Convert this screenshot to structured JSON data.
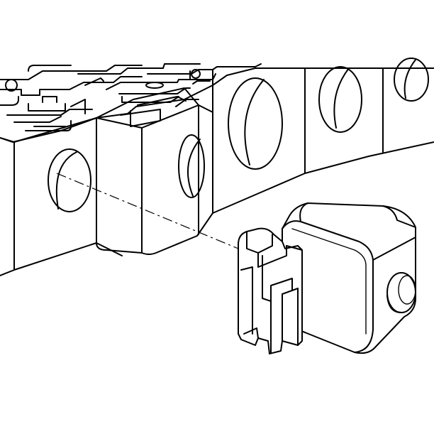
{
  "figure": {
    "subject": "solenoid-removal-illustration",
    "components": [
      {
        "name": "valve-body"
      },
      {
        "name": "solenoid"
      },
      {
        "name": "bore-alignment-line"
      }
    ]
  }
}
